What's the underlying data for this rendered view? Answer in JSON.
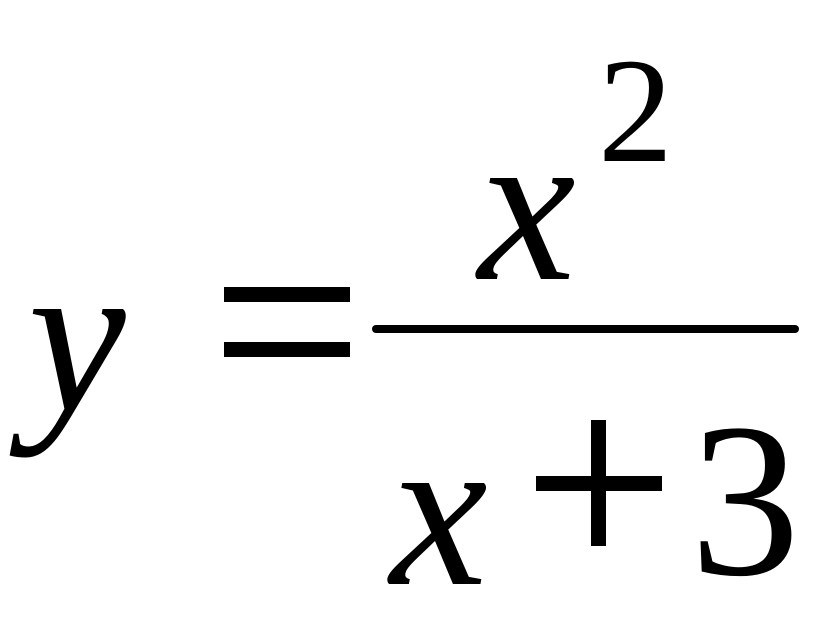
{
  "equation": {
    "lhs": "y",
    "equals": "=",
    "numerator": {
      "base": "x",
      "exponent": "2"
    },
    "denominator": {
      "variable": "x",
      "operator": "+",
      "constant": "3"
    }
  }
}
